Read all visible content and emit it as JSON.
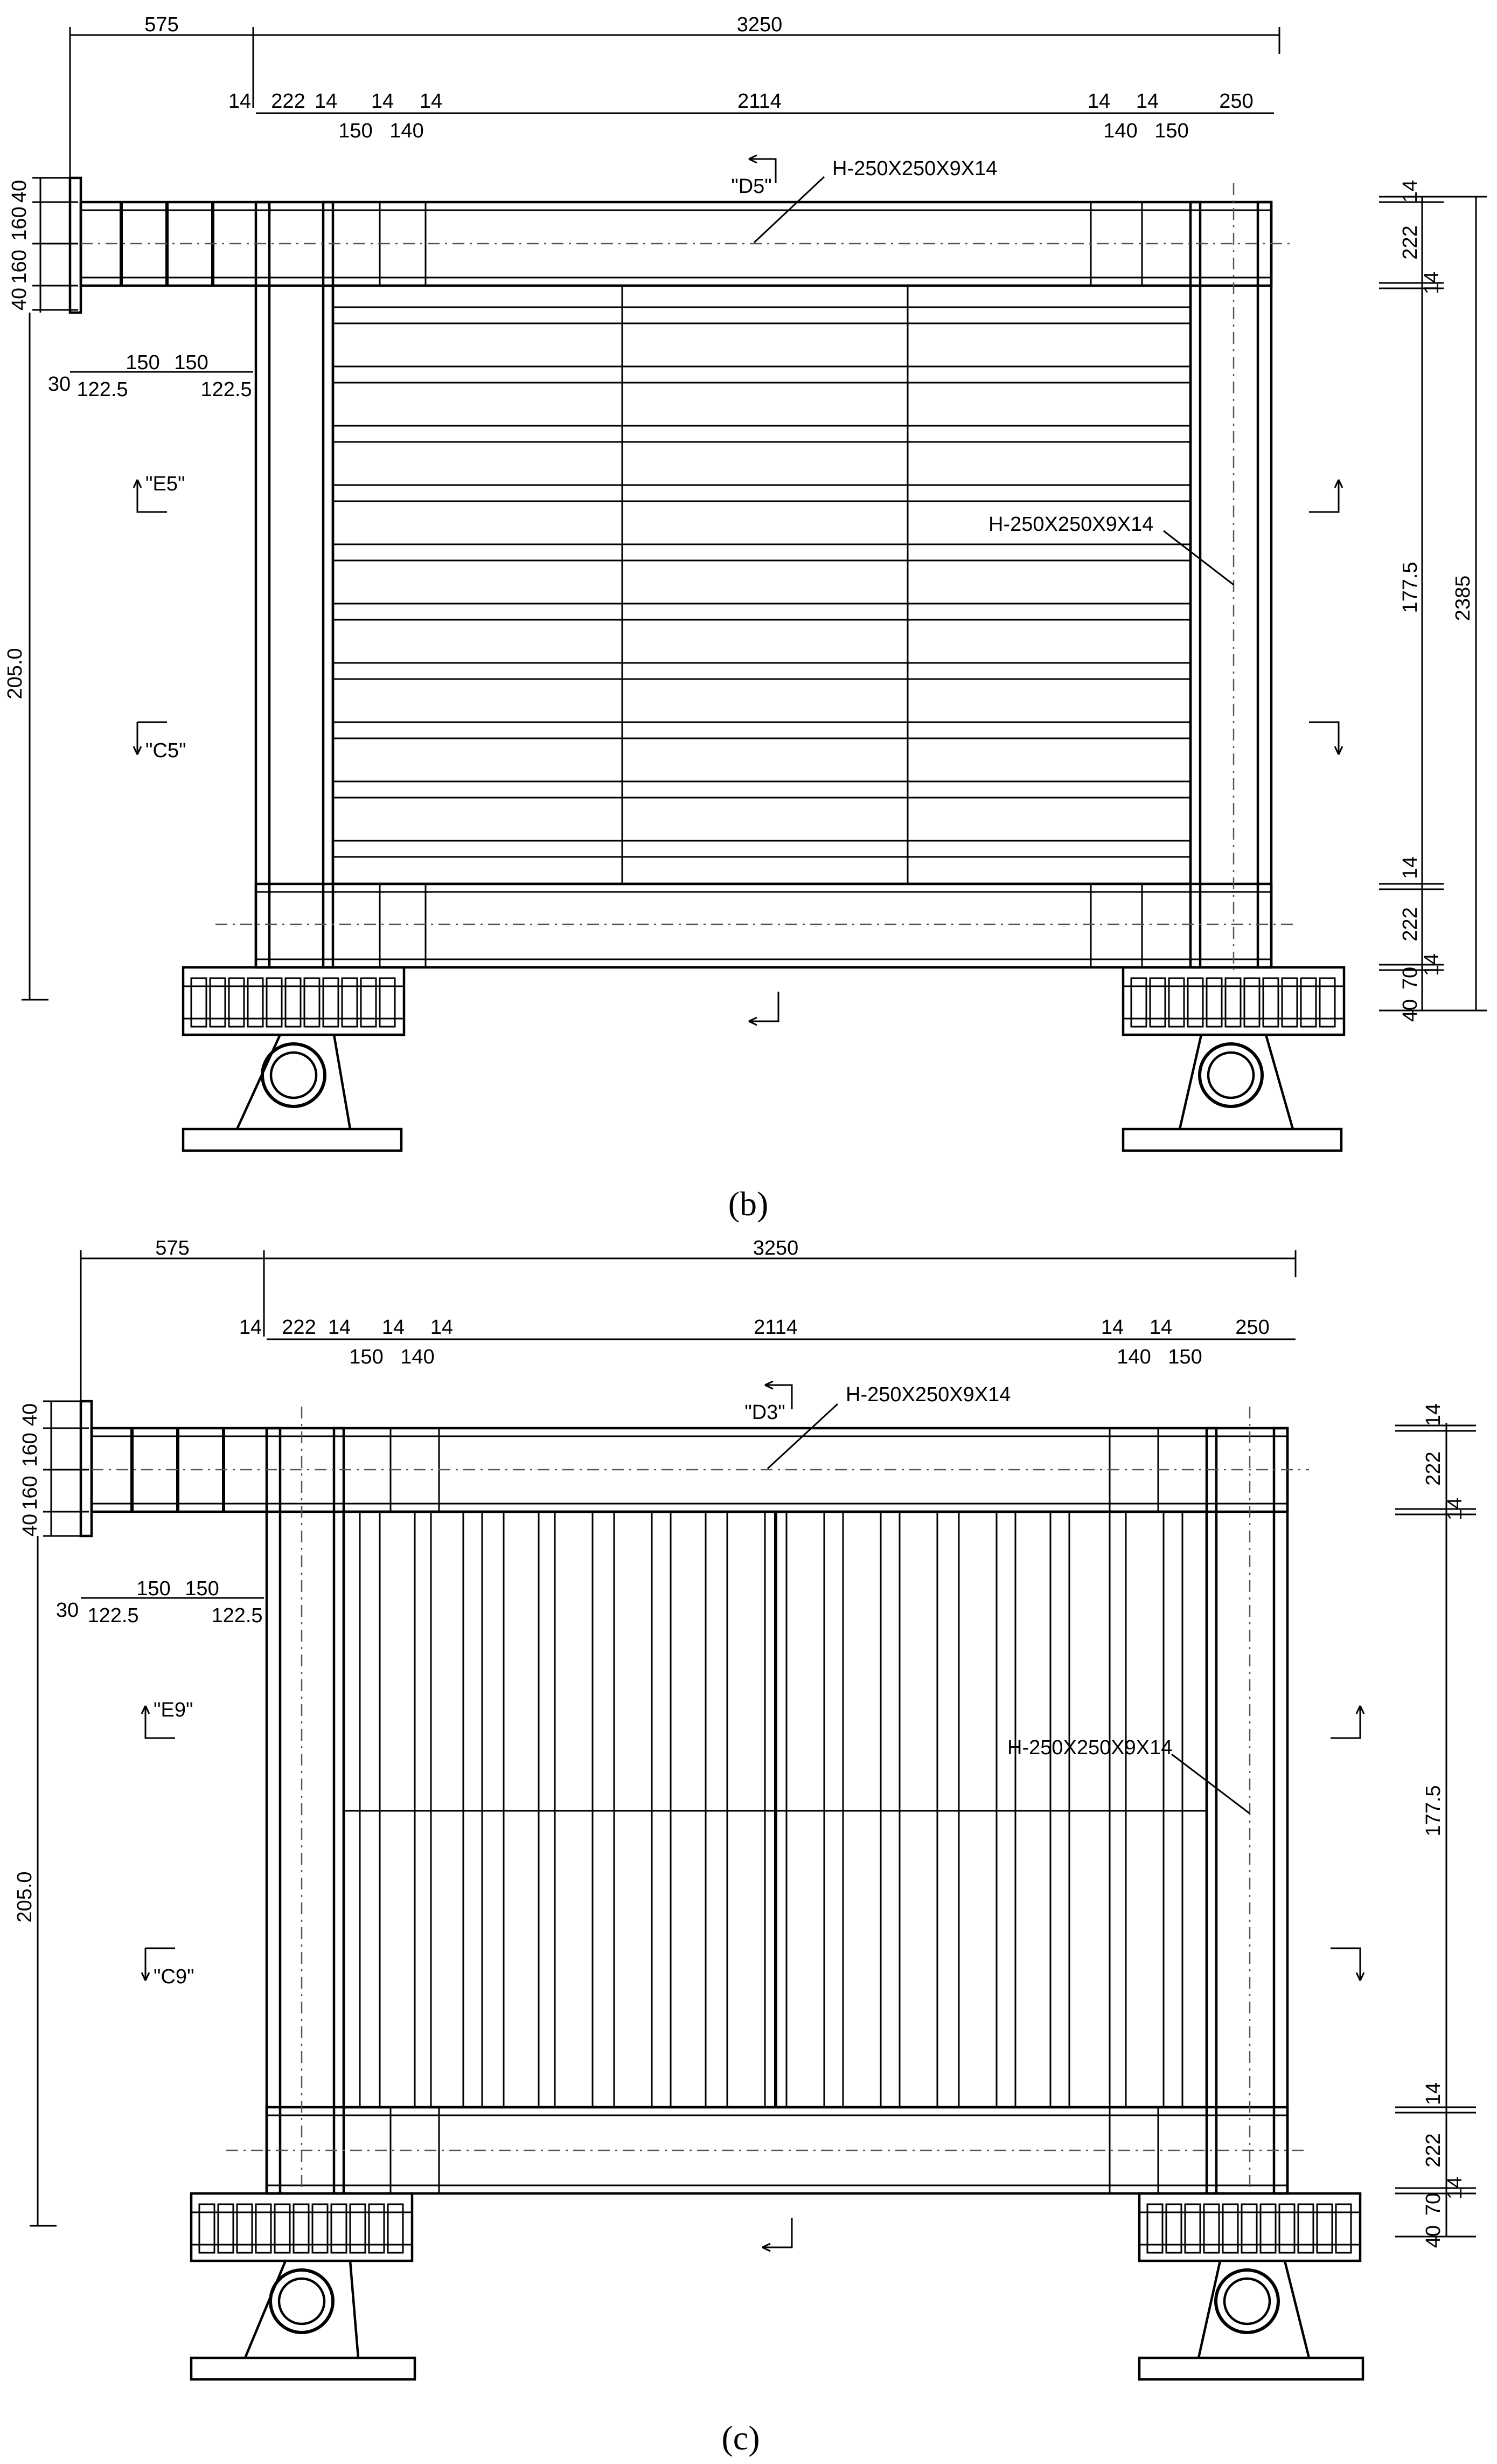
{
  "views": [
    {
      "id": "b",
      "caption_open": "(",
      "caption_letter": "b",
      "caption_close": ")",
      "dims_top": {
        "left": "575",
        "overall": "3250"
      },
      "dims_row2": {
        "a": "14",
        "b": "222",
        "c": "14",
        "d": "14",
        "e": "14",
        "center": "2114",
        "f": "14",
        "g": "14",
        "right": "250"
      },
      "dims_row3": {
        "l1": "150",
        "l2": "140",
        "r1": "140",
        "r2": "150"
      },
      "dims_left_stack": [
        "40",
        "160",
        "160",
        "40"
      ],
      "dims_left_under": {
        "a": "30",
        "b": "122.5",
        "c": "150",
        "d": "150",
        "e": "122.5"
      },
      "dim_left_height": "205.0",
      "dims_right_stack": [
        "14",
        "222",
        "14",
        "177.5",
        "14",
        "222",
        "70",
        "14",
        "40"
      ],
      "dim_right_total": "2385",
      "section_top": "\"D5\"",
      "section_e": "\"E5\"",
      "section_c": "\"C5\"",
      "member_top": "H-250X250X9X14",
      "member_side": "H-250X250X9X14"
    },
    {
      "id": "c",
      "caption_open": "(",
      "caption_letter": "c",
      "caption_close": ")",
      "dims_top": {
        "left": "575",
        "overall": "3250"
      },
      "dims_row2": {
        "a": "14",
        "b": "222",
        "c": "14",
        "d": "14",
        "e": "14",
        "center": "2114",
        "f": "14",
        "g": "14",
        "right": "250"
      },
      "dims_row3": {
        "l1": "150",
        "l2": "140",
        "r1": "140",
        "r2": "150"
      },
      "dims_left_stack": [
        "40",
        "160",
        "160",
        "40"
      ],
      "dims_left_under": {
        "a": "30",
        "b": "122.5",
        "c": "150",
        "d": "150",
        "e": "122.5"
      },
      "dim_left_height": "205.0",
      "dims_right_stack": [
        "14",
        "222",
        "14",
        "177.5",
        "14",
        "222",
        "70",
        "14",
        "40"
      ],
      "section_top": "\"D3\"",
      "section_e": "\"E9\"",
      "section_c": "\"C9\"",
      "member_top": "H-250X250X9X14",
      "member_side": "H-250X250X9X14"
    }
  ]
}
